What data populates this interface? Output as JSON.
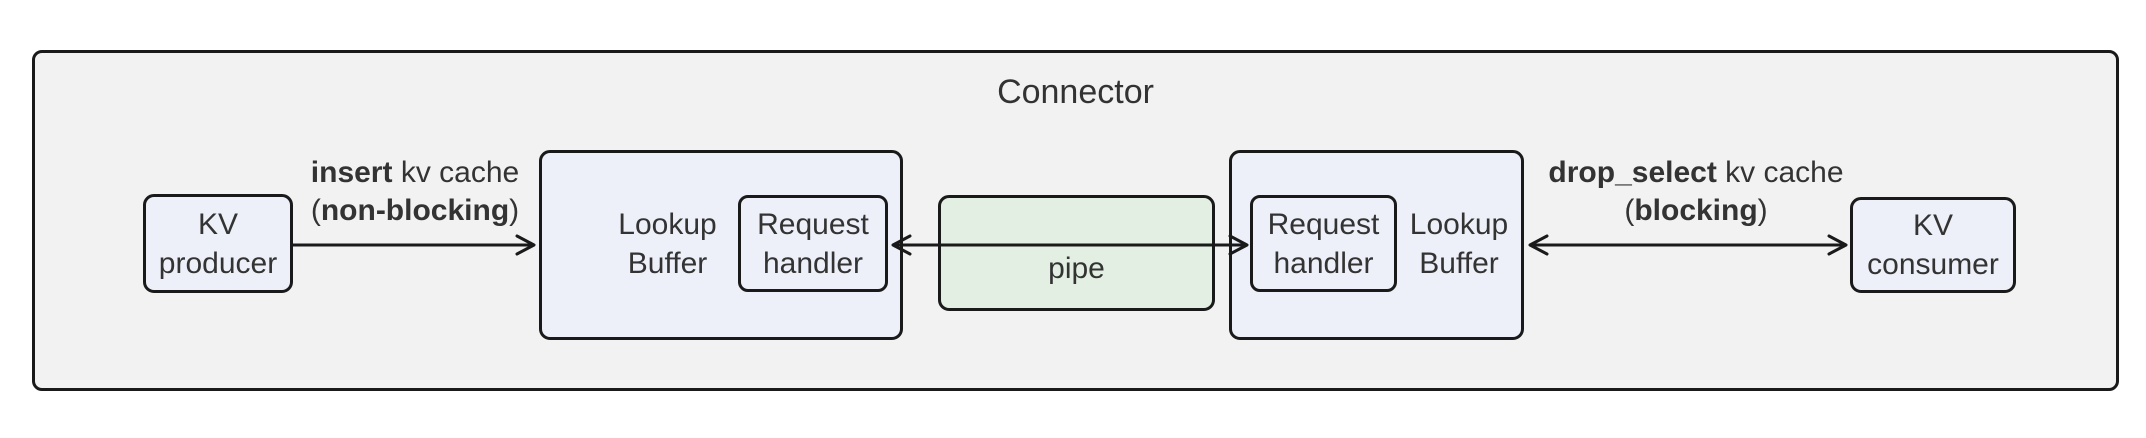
{
  "diagram": {
    "title": "Connector",
    "nodes": {
      "kv_producer": {
        "line1": "KV",
        "line2": "producer"
      },
      "lookup_buffer_left": {
        "line1": "Lookup",
        "line2": "Buffer"
      },
      "request_handler_left": {
        "line1": "Request",
        "line2": "handler"
      },
      "pipe": {
        "label": "pipe"
      },
      "request_handler_right": {
        "line1": "Request",
        "line2": "handler"
      },
      "lookup_buffer_right": {
        "line1": "Lookup",
        "line2": "Buffer"
      },
      "kv_consumer": {
        "line1": "KV",
        "line2": "consumer"
      }
    },
    "edges": {
      "insert": {
        "line1_bold": "insert",
        "line1_rest": " kv cache",
        "line2_open": "(",
        "line2_bold": "non-blocking",
        "line2_close": ")"
      },
      "drop_select": {
        "line1_bold": "drop_select",
        "line1_rest": " kv cache",
        "line2_open": "(",
        "line2_bold": "blocking",
        "line2_close": ")"
      }
    }
  },
  "colors": {
    "canvas_bg": "#ffffff",
    "container_bg": "#f2f2f2",
    "node_bg": "#edf0f9",
    "pipe_bg": "#e2efe2",
    "border": "#1a1a1a",
    "text": "#333333"
  }
}
